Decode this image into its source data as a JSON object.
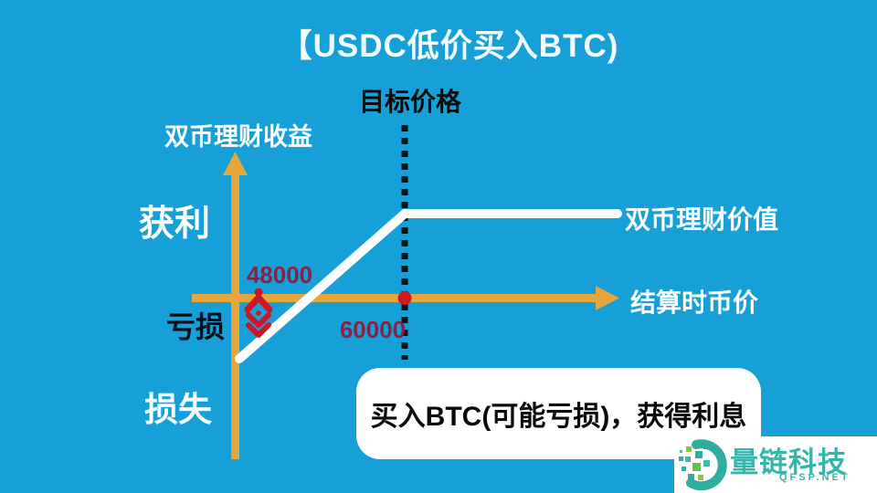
{
  "title": "【USDC低价买入BTC)",
  "diagram": {
    "target_price_label": "目标价格",
    "y_axis_label": "双币理财收益",
    "profit_label": "获利",
    "loss_label": "亏损",
    "heavy_loss_label": "损失",
    "price_low": "48000",
    "price_target": "60000",
    "value_line_label": "双币理财价值",
    "x_axis_label": "结算时币价"
  },
  "bubble": {
    "text": "买入BTC(可能亏损)，获得利息"
  },
  "logo": {
    "name": "量链科技",
    "site": "QFSP.NET"
  },
  "colors": {
    "background": "#17a0d8",
    "axis_orange": "#e6a63d",
    "payoff_line": "#ffffff",
    "dotted_line": "#111111",
    "marker_red": "#cf1625",
    "price_text": "#8b2246",
    "logo_teal": "#35b5ab"
  },
  "chart_data": {
    "type": "line",
    "title": "【USDC低价买入BTC)",
    "xlabel": "结算时币价",
    "ylabel": "双币理财收益",
    "legend": [
      "双币理财价值"
    ],
    "x_ticks": [
      48000,
      60000
    ],
    "series": [
      {
        "name": "双币理财价值",
        "shape": "linear-then-flat",
        "points": [
          {
            "x": 48000,
            "y": "亏损(负收益)"
          },
          {
            "x": 60000,
            "y": "达到目标价格, 收益封顶转为水平"
          }
        ]
      }
    ],
    "annotations": [
      "目标价格 (垂直虚线位于60000)",
      "买入BTC(可能亏损)，获得利息"
    ]
  }
}
